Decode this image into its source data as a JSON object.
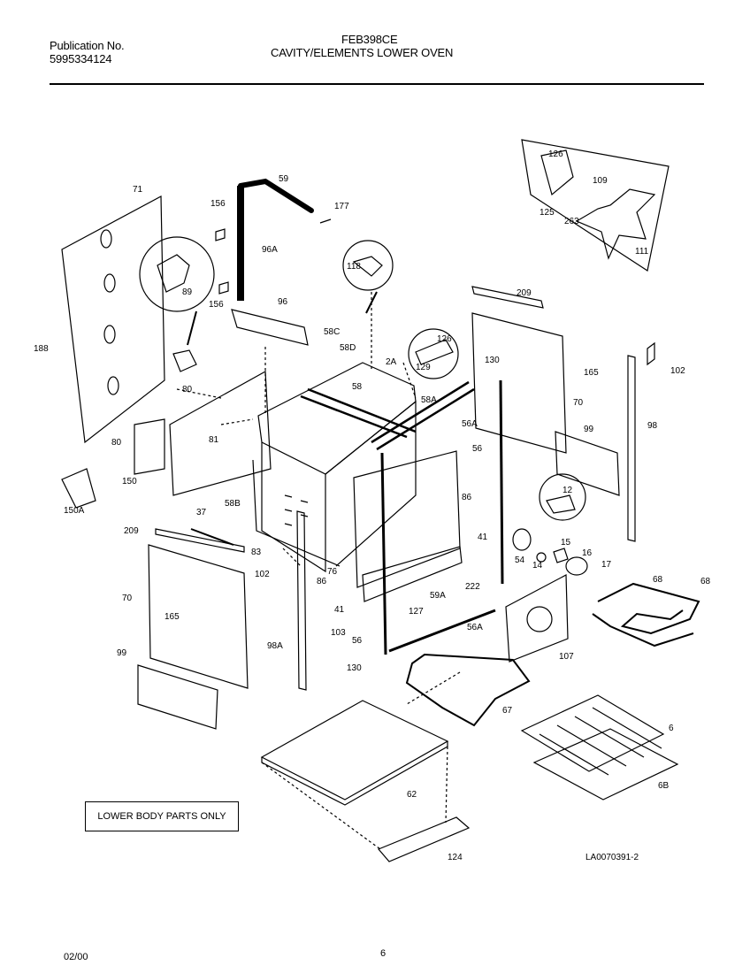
{
  "header": {
    "publication_label": "Publication No.",
    "publication_number": "5995334124",
    "model": "FEB398CE",
    "title": "CAVITY/ELEMENTS LOWER OVEN"
  },
  "note": "LOWER BODY PARTS ONLY",
  "drawing_code": "LA0070391-2",
  "footer": {
    "date": "02/00",
    "page": "6"
  },
  "callouts": [
    "71",
    "156",
    "59",
    "177",
    "96A",
    "89",
    "156",
    "96",
    "118",
    "188",
    "80",
    "80",
    "150",
    "150A",
    "81",
    "58C",
    "58D",
    "58",
    "2A",
    "58A",
    "126",
    "129",
    "130",
    "165",
    "209",
    "102",
    "70",
    "99",
    "98",
    "56A",
    "56",
    "126",
    "125",
    "263",
    "109",
    "111",
    "12",
    "86",
    "41",
    "54",
    "14",
    "15",
    "16",
    "17",
    "68",
    "68",
    "37",
    "209",
    "70",
    "165",
    "102",
    "58B",
    "83",
    "86",
    "76",
    "41",
    "103",
    "56",
    "127",
    "59A",
    "222",
    "56A",
    "107",
    "98A",
    "130",
    "99",
    "67",
    "6",
    "6B",
    "62",
    "124"
  ]
}
